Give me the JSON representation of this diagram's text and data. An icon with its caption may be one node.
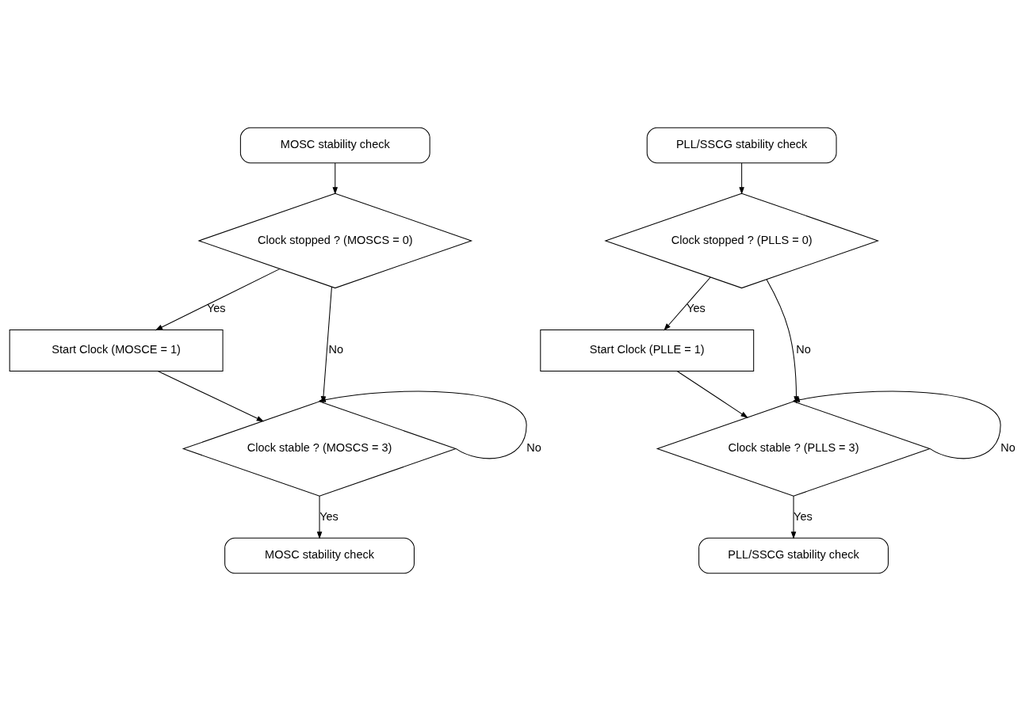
{
  "diagram": {
    "nodes": [
      {
        "text": [
          "MOSC stability check"
        ]
      },
      {
        "text": [
          "Clock stopped ? (MOSCS = 0)"
        ]
      },
      {
        "text": [
          "Start Clock (MOSCE = 1)"
        ]
      },
      {
        "text": [
          "Clock stable ? (MOSCS = 3)"
        ]
      },
      {
        "text": [
          "MOSC stability check"
        ]
      },
      {
        "text": [
          "PLL/SSCG stability check"
        ]
      },
      {
        "text": [
          "Clock stopped ? (PLLS = 0)"
        ]
      },
      {
        "text": [
          "Start Clock (PLLE = 1)"
        ]
      },
      {
        "text": [
          "Clock stable ? (PLLS = 3)"
        ]
      },
      {
        "text": [
          "PLL/SSCG stability check"
        ]
      }
    ],
    "edges": [
      {
        "from": 0,
        "to": 1,
        "arrow": "to"
      },
      {
        "from": 1,
        "to": 2,
        "arrow": "to",
        "label": "Yes"
      },
      {
        "from": 1,
        "to": 3,
        "arrow": "to",
        "label": "No"
      },
      {
        "from": 2,
        "to": 3,
        "arrow": "to"
      },
      {
        "from": 3,
        "to": 3,
        "arrow": "to",
        "label": "No"
      },
      {
        "from": 3,
        "to": 4,
        "arrow": "to",
        "label": "Yes"
      },
      {
        "from": 5,
        "to": 6,
        "arrow": "to"
      },
      {
        "from": 6,
        "to": 7,
        "arrow": "to",
        "label": "Yes"
      },
      {
        "from": 6,
        "to": 8,
        "arrow": "to",
        "label": "No"
      },
      {
        "from": 7,
        "to": 8,
        "arrow": "to"
      },
      {
        "from": 8,
        "to": 8,
        "arrow": "to",
        "label": "No"
      },
      {
        "from": 8,
        "to": 9,
        "arrow": "to",
        "label": "Yes"
      }
    ]
  }
}
